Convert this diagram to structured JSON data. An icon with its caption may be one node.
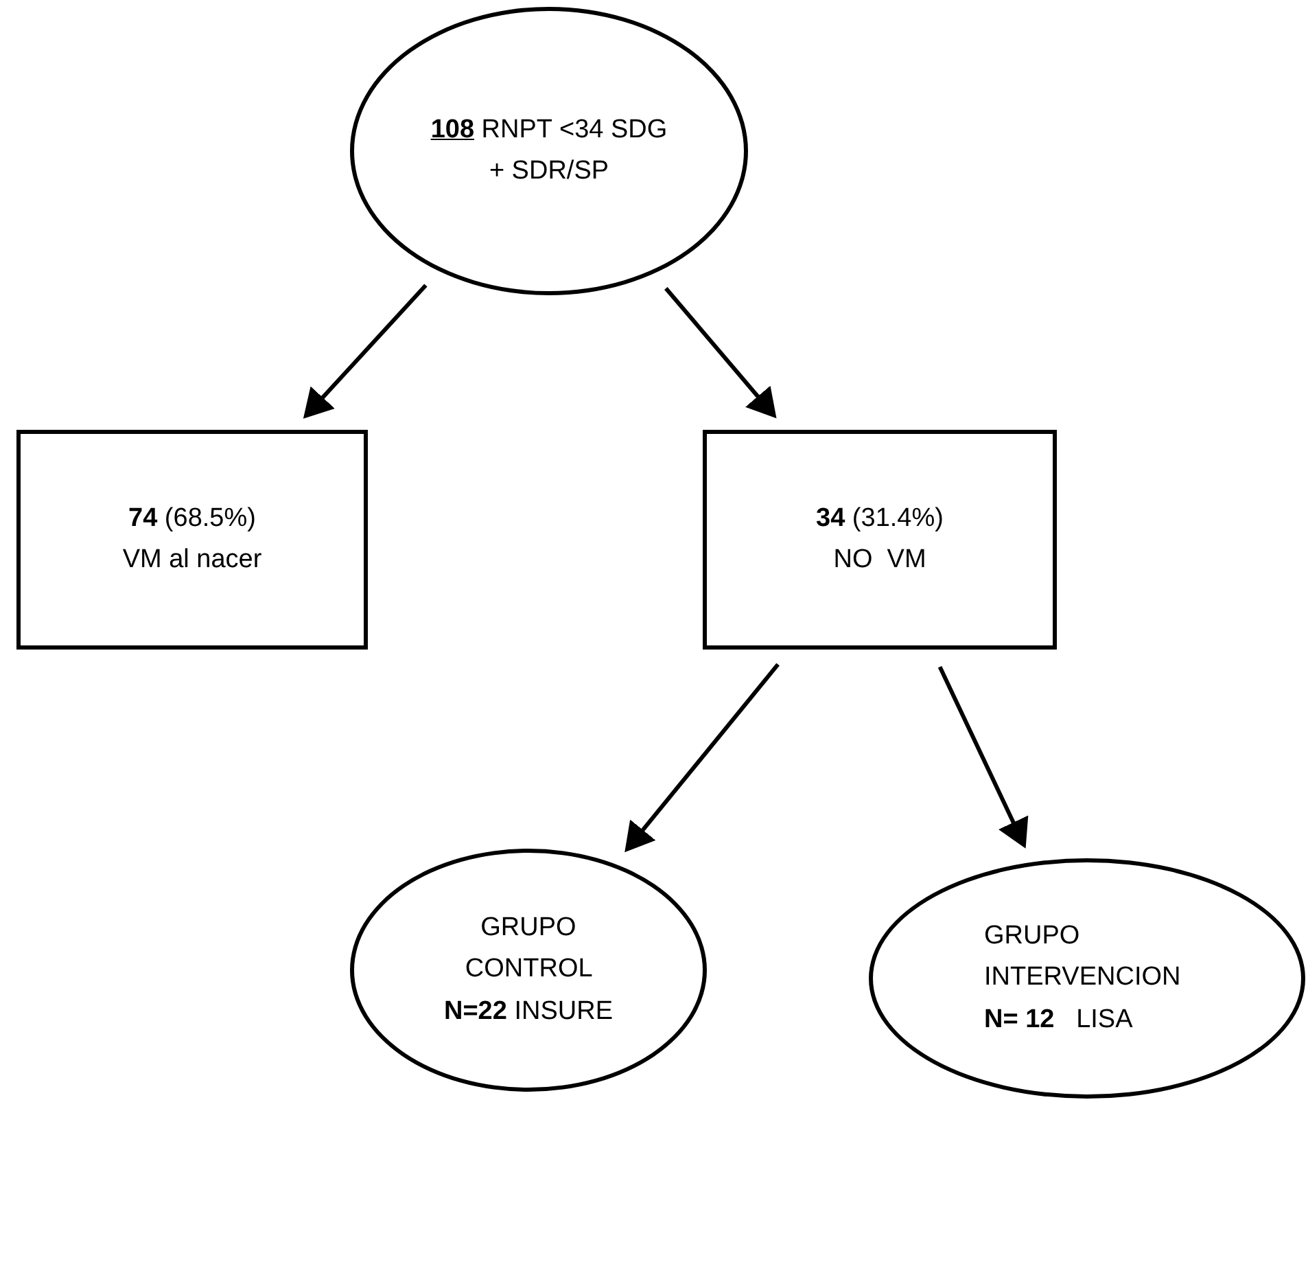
{
  "diagram": {
    "nodes": [
      {
        "text": [
          "**108** RNPT <34 SDG + SDR/SP"
        ]
      },
      {
        "text": [
          "**74** (68.5%) VM al nacer"
        ]
      },
      {
        "text": [
          "**34** (31.4%) NO  VM"
        ]
      },
      {
        "text": [
          "GRUPO CONTROL **N=22** INSURE"
        ]
      },
      {
        "text": [
          "GRUPO INTERVENCION **N= 12**   LISA"
        ]
      }
    ],
    "edges": [
      {
        "from": 0,
        "to": 1,
        "arrow": "to"
      },
      {
        "from": 0,
        "to": 2,
        "arrow": "to"
      },
      {
        "from": 2,
        "to": 3,
        "arrow": "to"
      },
      {
        "from": 2,
        "to": 4,
        "arrow": "to"
      }
    ]
  }
}
